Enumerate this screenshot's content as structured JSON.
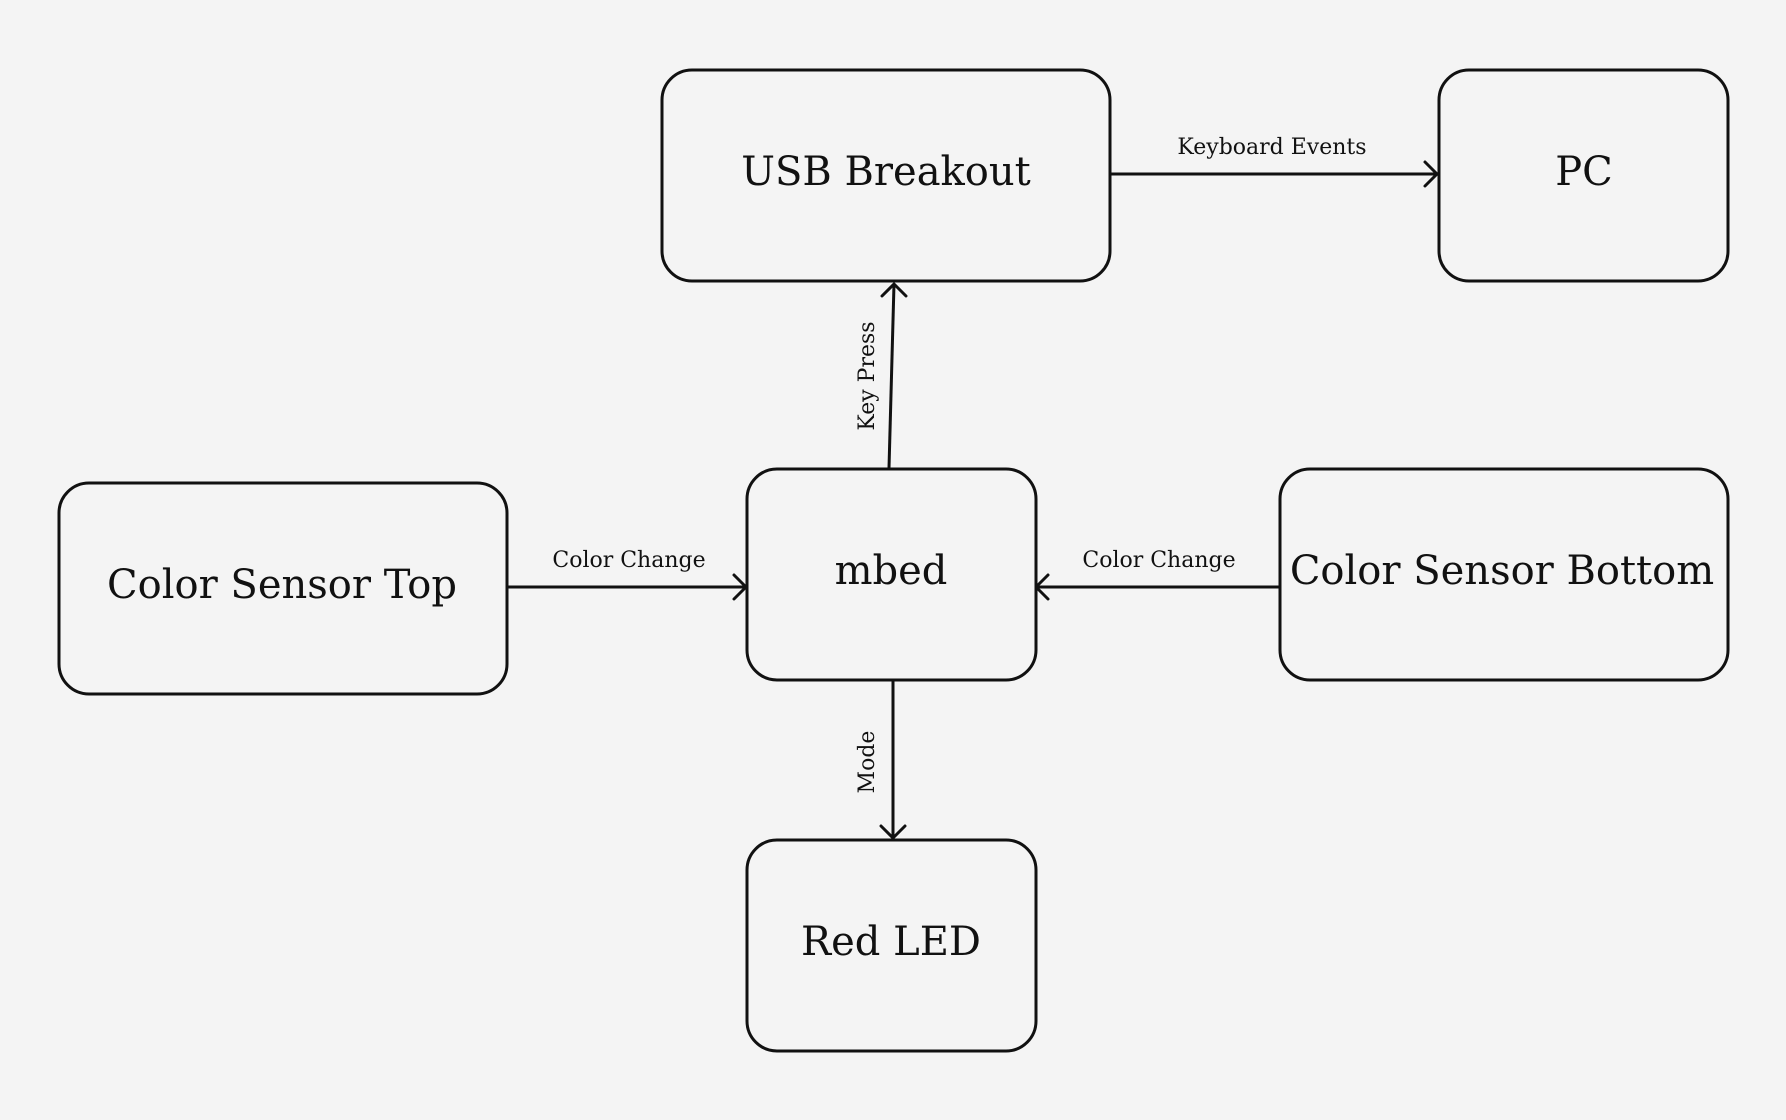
{
  "nodes": {
    "usb_breakout": "USB Breakout",
    "pc": "PC",
    "color_sensor_top": "Color Sensor Top",
    "mbed": "mbed",
    "color_sensor_bottom": "Color Sensor Bottom",
    "red_led": "Red LED"
  },
  "edges": {
    "keyboard_events": "Keyboard Events",
    "key_press": "Key Press",
    "color_change_top": "Color Change",
    "color_change_bottom": "Color Change",
    "mode": "Mode"
  },
  "connections": [
    {
      "from": "USB Breakout",
      "to": "PC",
      "label": "Keyboard Events"
    },
    {
      "from": "mbed",
      "to": "USB Breakout",
      "label": "Key Press"
    },
    {
      "from": "Color Sensor Top",
      "to": "mbed",
      "label": "Color Change"
    },
    {
      "from": "Color Sensor Bottom",
      "to": "mbed",
      "label": "Color Change"
    },
    {
      "from": "mbed",
      "to": "Red LED",
      "label": "Mode"
    }
  ],
  "colors": {
    "background": "#f4f4f4",
    "stroke": "#111111"
  }
}
